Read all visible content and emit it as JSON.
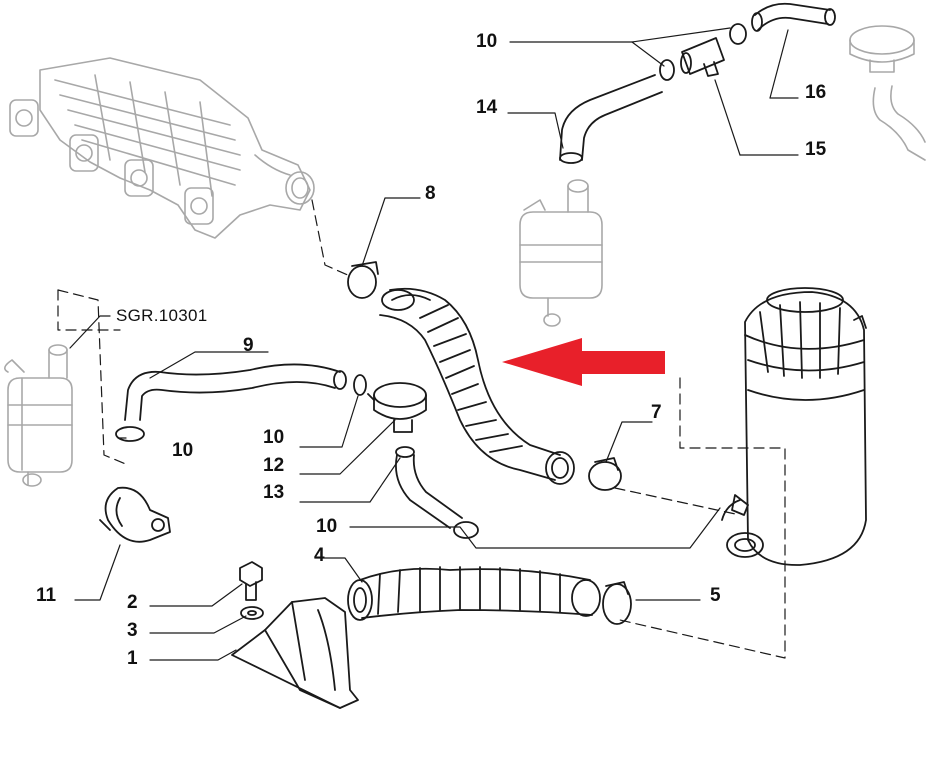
{
  "diagram": {
    "labels": {
      "l1": "1",
      "l2": "2",
      "l3": "3",
      "l4": "4",
      "l5": "5",
      "l7": "7",
      "l8": "8",
      "l9": "9",
      "l10a": "10",
      "l10b": "10",
      "l10c": "10",
      "l10d": "10",
      "l11": "11",
      "l12": "12",
      "l13": "13",
      "l14": "14",
      "l15": "15",
      "l16": "16",
      "ref": "SGR.10301"
    },
    "colors": {
      "line": "#1a1a1a",
      "faint": "#a8a8a8",
      "arrow": "#e8202a",
      "background": "#ffffff"
    }
  }
}
